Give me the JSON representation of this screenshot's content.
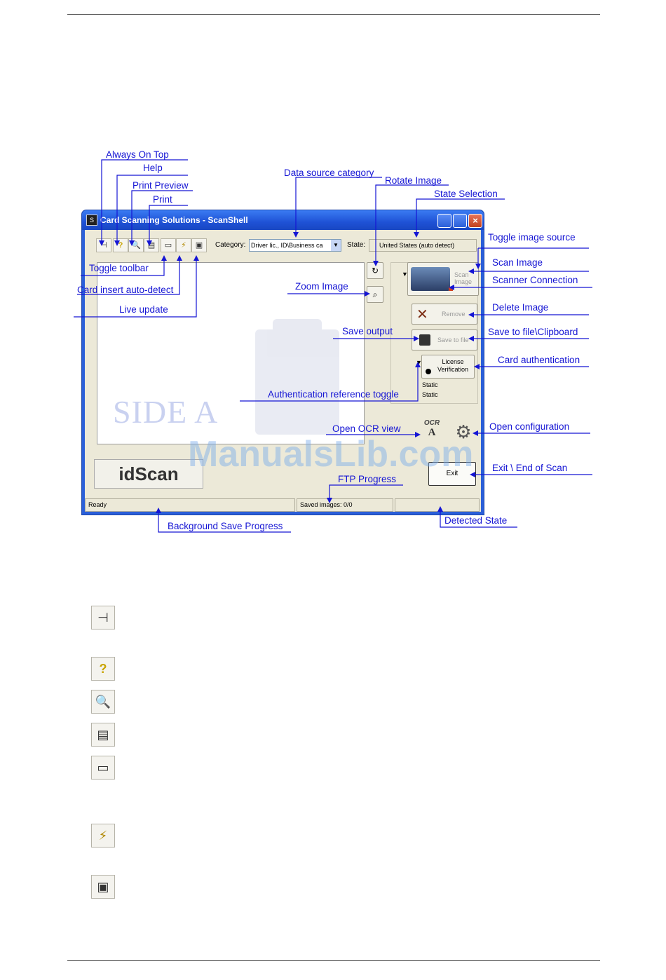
{
  "window": {
    "title": "Card Scanning Solutions - ScanShell",
    "category_label": "Category:",
    "category_value": "Driver lic., ID\\Business ca",
    "state_label": "State:",
    "state_value": "United States (auto detect)",
    "scan_button": "Scan Image",
    "remove_button": "Remove",
    "save_button": "Save to file",
    "license_button": "License Verification",
    "static_1": "Static",
    "static_2": "Static",
    "ocr_label": "OCR",
    "ocr_letter": "A",
    "exit_button": "Exit",
    "logo": "idScan",
    "image_watermark": "SIDE A",
    "status_ready": "Ready",
    "status_saved": "Saved images: 0/0",
    "status_empty": ""
  },
  "callouts": {
    "always_on_top": "Always On Top",
    "help": "Help",
    "print_preview": "Print Preview",
    "print": "Print",
    "data_source_category": "Data source category",
    "rotate_image": "Rotate Image",
    "state_selection": "State Selection",
    "toggle_image_source": "Toggle image source",
    "scan_image": "Scan Image",
    "scanner_connection": "Scanner Connection",
    "toggle_toolbar": "Toggle toolbar",
    "card_insert_auto_detect": "Card insert auto-detect",
    "live_update": "Live update",
    "zoom_image": "Zoom Image",
    "delete_image": "Delete Image",
    "save_output": "Save output",
    "save_to_file_clipboard": "Save to file\\Clipboard",
    "card_authentication": "Card authentication",
    "authentication_reference_toggle": "Authentication reference toggle",
    "open_ocr_view": "Open OCR view",
    "open_configuration": "Open configuration",
    "exit_end_of_scan": "Exit \\ End of Scan",
    "ftp_progress": "FTP Progress",
    "background_save_progress": "Background Save Progress",
    "detected_state": "Detected State"
  },
  "watermark": "ManualsLib.com",
  "icons": [
    "pin-icon",
    "help-icon",
    "print-preview-icon",
    "print-icon",
    "toolbar-icon",
    "wand-icon",
    "live-update-icon"
  ]
}
